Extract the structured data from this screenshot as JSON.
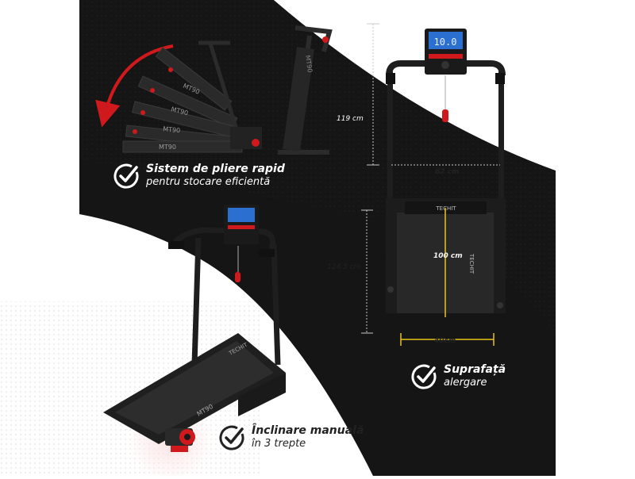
{
  "features": {
    "folding": {
      "title": "Sistem de pliere rapid",
      "subtitle": "pentru stocare eficientă"
    },
    "surface": {
      "title": "Suprafață",
      "subtitle": "alergare"
    },
    "incline": {
      "title": "Înclinare manuală",
      "subtitle": "în 3 trepte"
    }
  },
  "dimensions": {
    "height": "119 cm",
    "handle_width": "62 cm",
    "belt_length": "100 cm",
    "total_length": "124.5 cm",
    "belt_width": "40cm"
  },
  "display": {
    "readout": "10.0"
  },
  "brand": {
    "logo": "TECHIT",
    "model": "MT90"
  },
  "colors": {
    "dark_bg": "#151515",
    "accent": "#d0191c",
    "dim_line": "#e8c51a",
    "light_bg": "#ffffff"
  },
  "icons": [
    "check-circle-icon",
    "curved-arrow-icon"
  ]
}
